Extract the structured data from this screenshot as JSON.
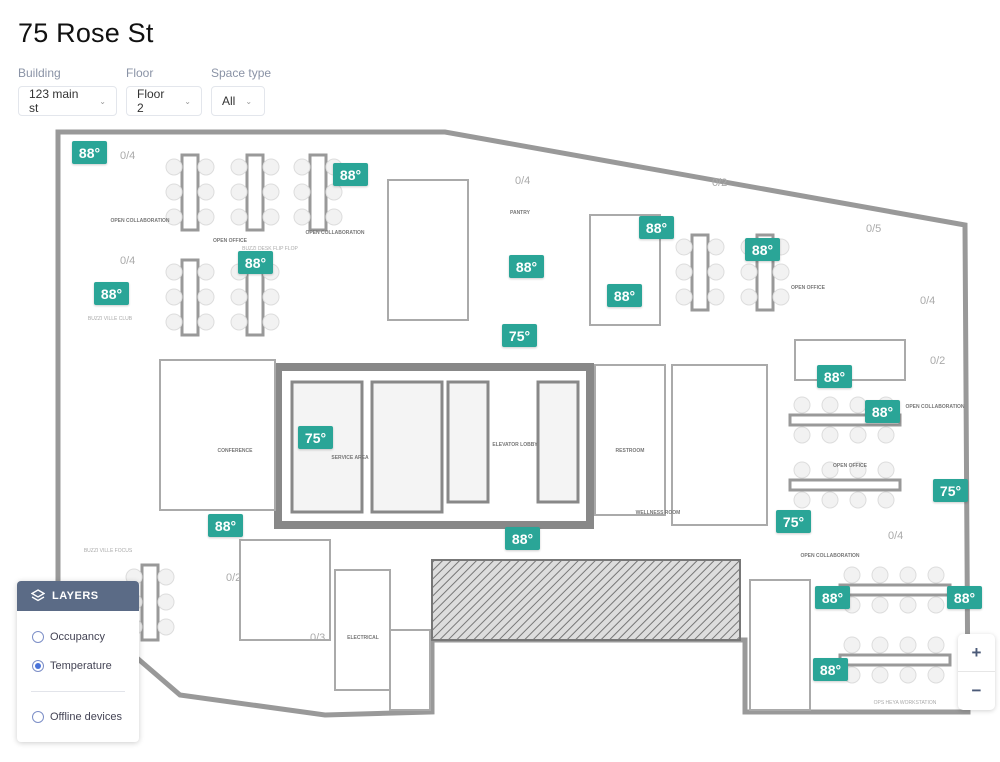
{
  "page": {
    "title": "75 Rose St"
  },
  "filters": [
    {
      "label": "Building",
      "value": "123 main st"
    },
    {
      "label": "Floor",
      "value": "Floor 2"
    },
    {
      "label": "Space type",
      "value": "All"
    }
  ],
  "badges": [
    "88°",
    "88°",
    "88°",
    "88°",
    "88°",
    "88°",
    "88°",
    "88°",
    "75°",
    "75°",
    "88°",
    "88°",
    "75°",
    "75°",
    "88°",
    "88°",
    "88°",
    "88°",
    "88°"
  ],
  "occupancy": [
    "0/4",
    "0/4",
    "0/2",
    "0/5",
    "0/4",
    "0/2",
    "0/4",
    "0/3",
    "0/2",
    "0/4"
  ],
  "rooms": [
    "OPEN COLLABORATION",
    "OPEN OFFICE",
    "BUZZI DESK FLIP FLOP",
    "OPEN COLLABORATION",
    "BUZZI VILLE CLUB",
    "ELEVATOR LOBBY",
    "SERVICE AREA",
    "CONFERENCE",
    "PANTRY",
    "OPEN OFFICE",
    "OPEN COLLABORATION",
    "OPEN OFFICE",
    "OPS HEYA WORKSTATION",
    "BUZZI VILLE FOCUS",
    "ELECTRICAL",
    "WELLNESS ROOM",
    "RESTROOM",
    "OPEN COLLABORATION"
  ],
  "layers": {
    "title": "LAYERS",
    "options": [
      {
        "label": "Occupancy",
        "selected": false
      },
      {
        "label": "Temperature",
        "selected": true
      },
      {
        "label": "Offline devices",
        "selected": false
      }
    ]
  },
  "zoom": {
    "in": "+",
    "out": "−"
  },
  "colors": {
    "badge": "#2aa597",
    "layers_header": "#5b6b86",
    "radio_selected": "#4a73d9"
  }
}
